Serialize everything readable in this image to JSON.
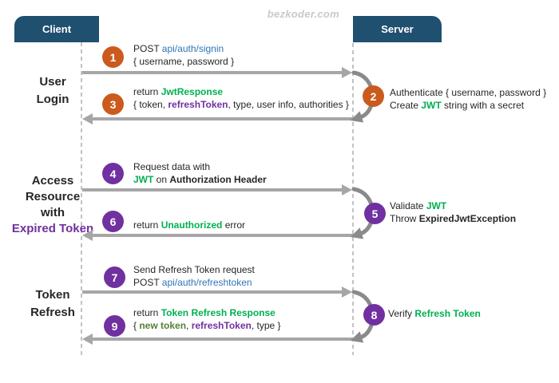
{
  "watermark": "bezkoder.com",
  "actors": {
    "client": "Client",
    "server": "Server"
  },
  "colors": {
    "header": "#20506F",
    "orange": "#CB5A1D",
    "purple": "#7030A0",
    "green": "#00B050",
    "darkgreen": "#538135",
    "blue": "#2E75B6",
    "arrow": "#A6A6A6",
    "curve": "#8A8A8A",
    "lifeline": "#C2C2C2",
    "text": "#262626",
    "label": "#1A1A1A",
    "watermark": "#C9C9C9"
  },
  "section_titles": [
    {
      "lines": [
        [
          {
            "t": "User"
          }
        ],
        [
          {
            "t": "Login"
          }
        ]
      ]
    },
    {
      "lines": [
        [
          {
            "t": "Access"
          }
        ],
        [
          {
            "t": "Resource"
          }
        ],
        [
          {
            "t": "with"
          }
        ],
        [
          {
            "t": "Expired Token",
            "c": "pp"
          }
        ]
      ]
    },
    {
      "lines": [
        [
          {
            "t": "Token"
          }
        ],
        [
          {
            "t": "Refresh"
          }
        ]
      ]
    }
  ],
  "steps": [
    {
      "n": "1"
    },
    {
      "n": "2"
    },
    {
      "n": "3"
    },
    {
      "n": "4"
    },
    {
      "n": "5"
    },
    {
      "n": "6"
    },
    {
      "n": "7"
    },
    {
      "n": "8"
    },
    {
      "n": "9"
    }
  ],
  "notes": {
    "m1": [
      [
        {
          "t": "POST ",
          "c": "k"
        },
        {
          "t": "api/auth/signin",
          "c": "bl"
        }
      ],
      [
        {
          "t": "{ username, password }",
          "c": "k"
        }
      ]
    ],
    "m2": [
      [
        {
          "t": "Authenticate { username, password }",
          "c": "k"
        }
      ],
      [
        {
          "t": "Create ",
          "c": "k"
        },
        {
          "t": "JWT",
          "c": "g"
        },
        {
          "t": " string with a secret",
          "c": "k"
        }
      ]
    ],
    "m3": [
      [
        {
          "t": "return ",
          "c": "k"
        },
        {
          "t": "JwtResponse",
          "c": "g"
        }
      ],
      [
        {
          "t": "{ token, ",
          "c": "k"
        },
        {
          "t": "refreshToken",
          "c": "p"
        },
        {
          "t": ", type, user info, authorities }",
          "c": "k"
        }
      ]
    ],
    "m4": [
      [
        {
          "t": "Request data with",
          "c": "k"
        }
      ],
      [
        {
          "t": "JWT",
          "c": "g"
        },
        {
          "t": " on ",
          "c": "k"
        },
        {
          "t": "Authorization Header",
          "c": "b"
        }
      ]
    ],
    "m5": [
      [
        {
          "t": "Validate ",
          "c": "k"
        },
        {
          "t": "JWT",
          "c": "g"
        }
      ],
      [
        {
          "t": "Throw ",
          "c": "k"
        },
        {
          "t": "ExpiredJwtException",
          "c": "b"
        }
      ]
    ],
    "m6": [
      [
        {
          "t": "return ",
          "c": "k"
        },
        {
          "t": "Unauthorized",
          "c": "g"
        },
        {
          "t": " error",
          "c": "k"
        }
      ]
    ],
    "m7": [
      [
        {
          "t": "Send Refresh Token request",
          "c": "k"
        }
      ],
      [
        {
          "t": "POST ",
          "c": "k"
        },
        {
          "t": "api/auth/refreshtoken",
          "c": "bl"
        }
      ]
    ],
    "m8": [
      [
        {
          "t": "Verify ",
          "c": "k"
        },
        {
          "t": "Refresh Token",
          "c": "g"
        }
      ]
    ],
    "m9": [
      [
        {
          "t": "return ",
          "c": "k"
        },
        {
          "t": "Token Refresh Response",
          "c": "g"
        }
      ],
      [
        {
          "t": "{ ",
          "c": "k"
        },
        {
          "t": "new token",
          "c": "dg"
        },
        {
          "t": ", ",
          "c": "k"
        },
        {
          "t": "refreshToken",
          "c": "p"
        },
        {
          "t": ", type }",
          "c": "k"
        }
      ]
    ]
  }
}
